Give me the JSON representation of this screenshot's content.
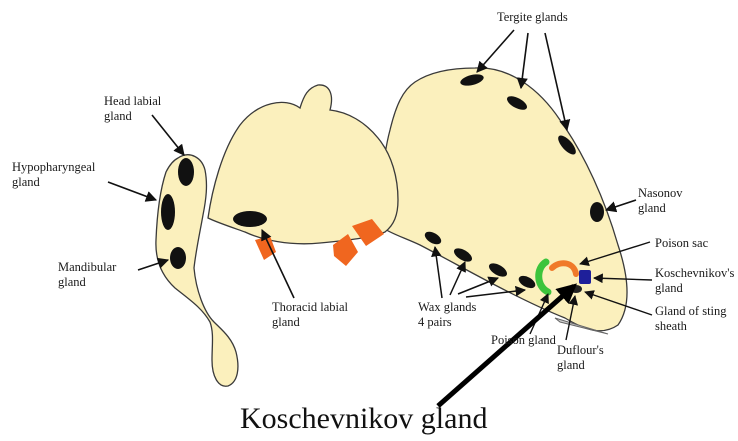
{
  "labels": {
    "tergite_glands": "Tergite glands",
    "head_labial_gland": "Head labial\ngland",
    "hypopharyngeal_gland": "Hypopharyngeal\ngland",
    "mandibular_gland": "Mandibular\ngland",
    "thoracid_labial_gland": "Thoracid labial\ngland",
    "nasonov_gland": "Nasonov\ngland",
    "poison_sac": "Poison sac",
    "koschevnikovs_gland": "Koschevnikov's\ngland",
    "gland_of_sting_sheath": "Gland of sting\nsheath",
    "wax_glands": "Wax glands\n4 pairs",
    "poison_gland": "Poison gland",
    "duflours_gland": "Duflour's\ngland"
  },
  "caption": "Koschevnikov gland",
  "colors": {
    "body_fill": "#fbf0bd",
    "outline": "#3a3a3a",
    "gland_black": "#111111",
    "thoracic_orange": "#f0661f",
    "poison_sac_green": "#3cc43c",
    "poison_sac_orange": "#f07a2a",
    "koschevnikov_blue": "#1e1f9a"
  }
}
